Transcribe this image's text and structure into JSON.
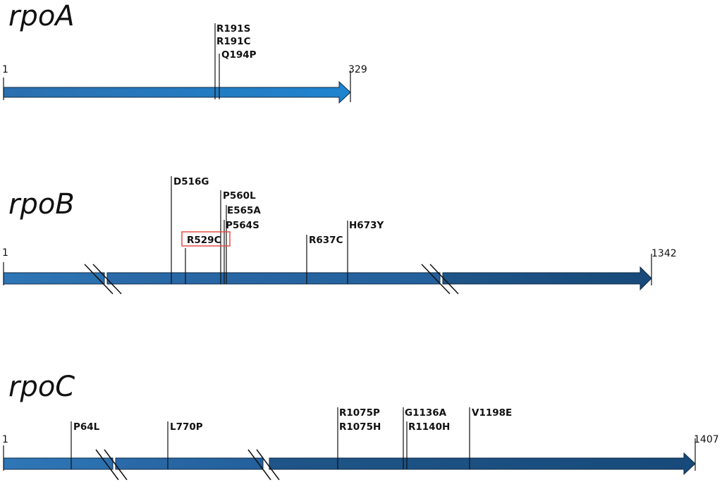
{
  "colors": {
    "arrow_light": "#3a86c6",
    "arrow_mid": "#2a70ac",
    "arrow_dark": "#1b4d7e",
    "outline": "#0f2a44",
    "highlight_box": "#e0443c"
  },
  "genes": [
    {
      "name": "rpoA",
      "start_label": "1",
      "end_label": "329",
      "length": 329,
      "mutations": [
        {
          "label": "R191S",
          "position": 191
        },
        {
          "label": "R191C",
          "position": 191
        },
        {
          "label": "Q194P",
          "position": 194
        }
      ]
    },
    {
      "name": "rpoB",
      "start_label": "1",
      "end_label": "1342",
      "length": 1342,
      "mutations": [
        {
          "label": "D516G",
          "position": 516
        },
        {
          "label": "R529C",
          "position": 529,
          "highlighted": true
        },
        {
          "label": "P560L",
          "position": 560
        },
        {
          "label": "E565A",
          "position": 565
        },
        {
          "label": "P564S",
          "position": 564
        },
        {
          "label": "R637C",
          "position": 637
        },
        {
          "label": "H673Y",
          "position": 673
        }
      ]
    },
    {
      "name": "rpoC",
      "start_label": "1",
      "end_label": "1407",
      "length": 1407,
      "mutations": [
        {
          "label": "P64L",
          "position": 64
        },
        {
          "label": "L770P",
          "position": 770
        },
        {
          "label": "R1075P",
          "position": 1075
        },
        {
          "label": "R1075H",
          "position": 1075
        },
        {
          "label": "G1136A",
          "position": 1136
        },
        {
          "label": "R1140H",
          "position": 1140
        },
        {
          "label": "V1198E",
          "position": 1198
        }
      ]
    }
  ]
}
